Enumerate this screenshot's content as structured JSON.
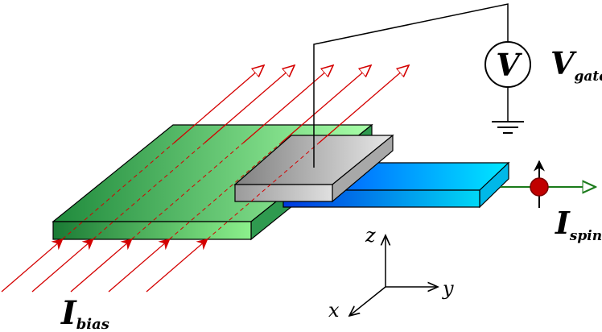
{
  "labels": {
    "voltmeter": "V",
    "vgate_main": "V",
    "vgate_sub": "gate",
    "ibias_main": "I",
    "ibias_sub": "bias",
    "ispin_main": "I",
    "ispin_sub": "spin"
  },
  "axes": {
    "x": "x",
    "y": "y",
    "z": "z"
  },
  "colors": {
    "field_line": "#d40000",
    "green_dark": "#2a9a4a",
    "green_light": "#a8ffa8",
    "blue_dark": "#0050ff",
    "blue_light": "#00e5ff",
    "gate_gray": "#b0b0b0",
    "spin_arrow": "#1a7a1a",
    "electron": "#c00000"
  }
}
